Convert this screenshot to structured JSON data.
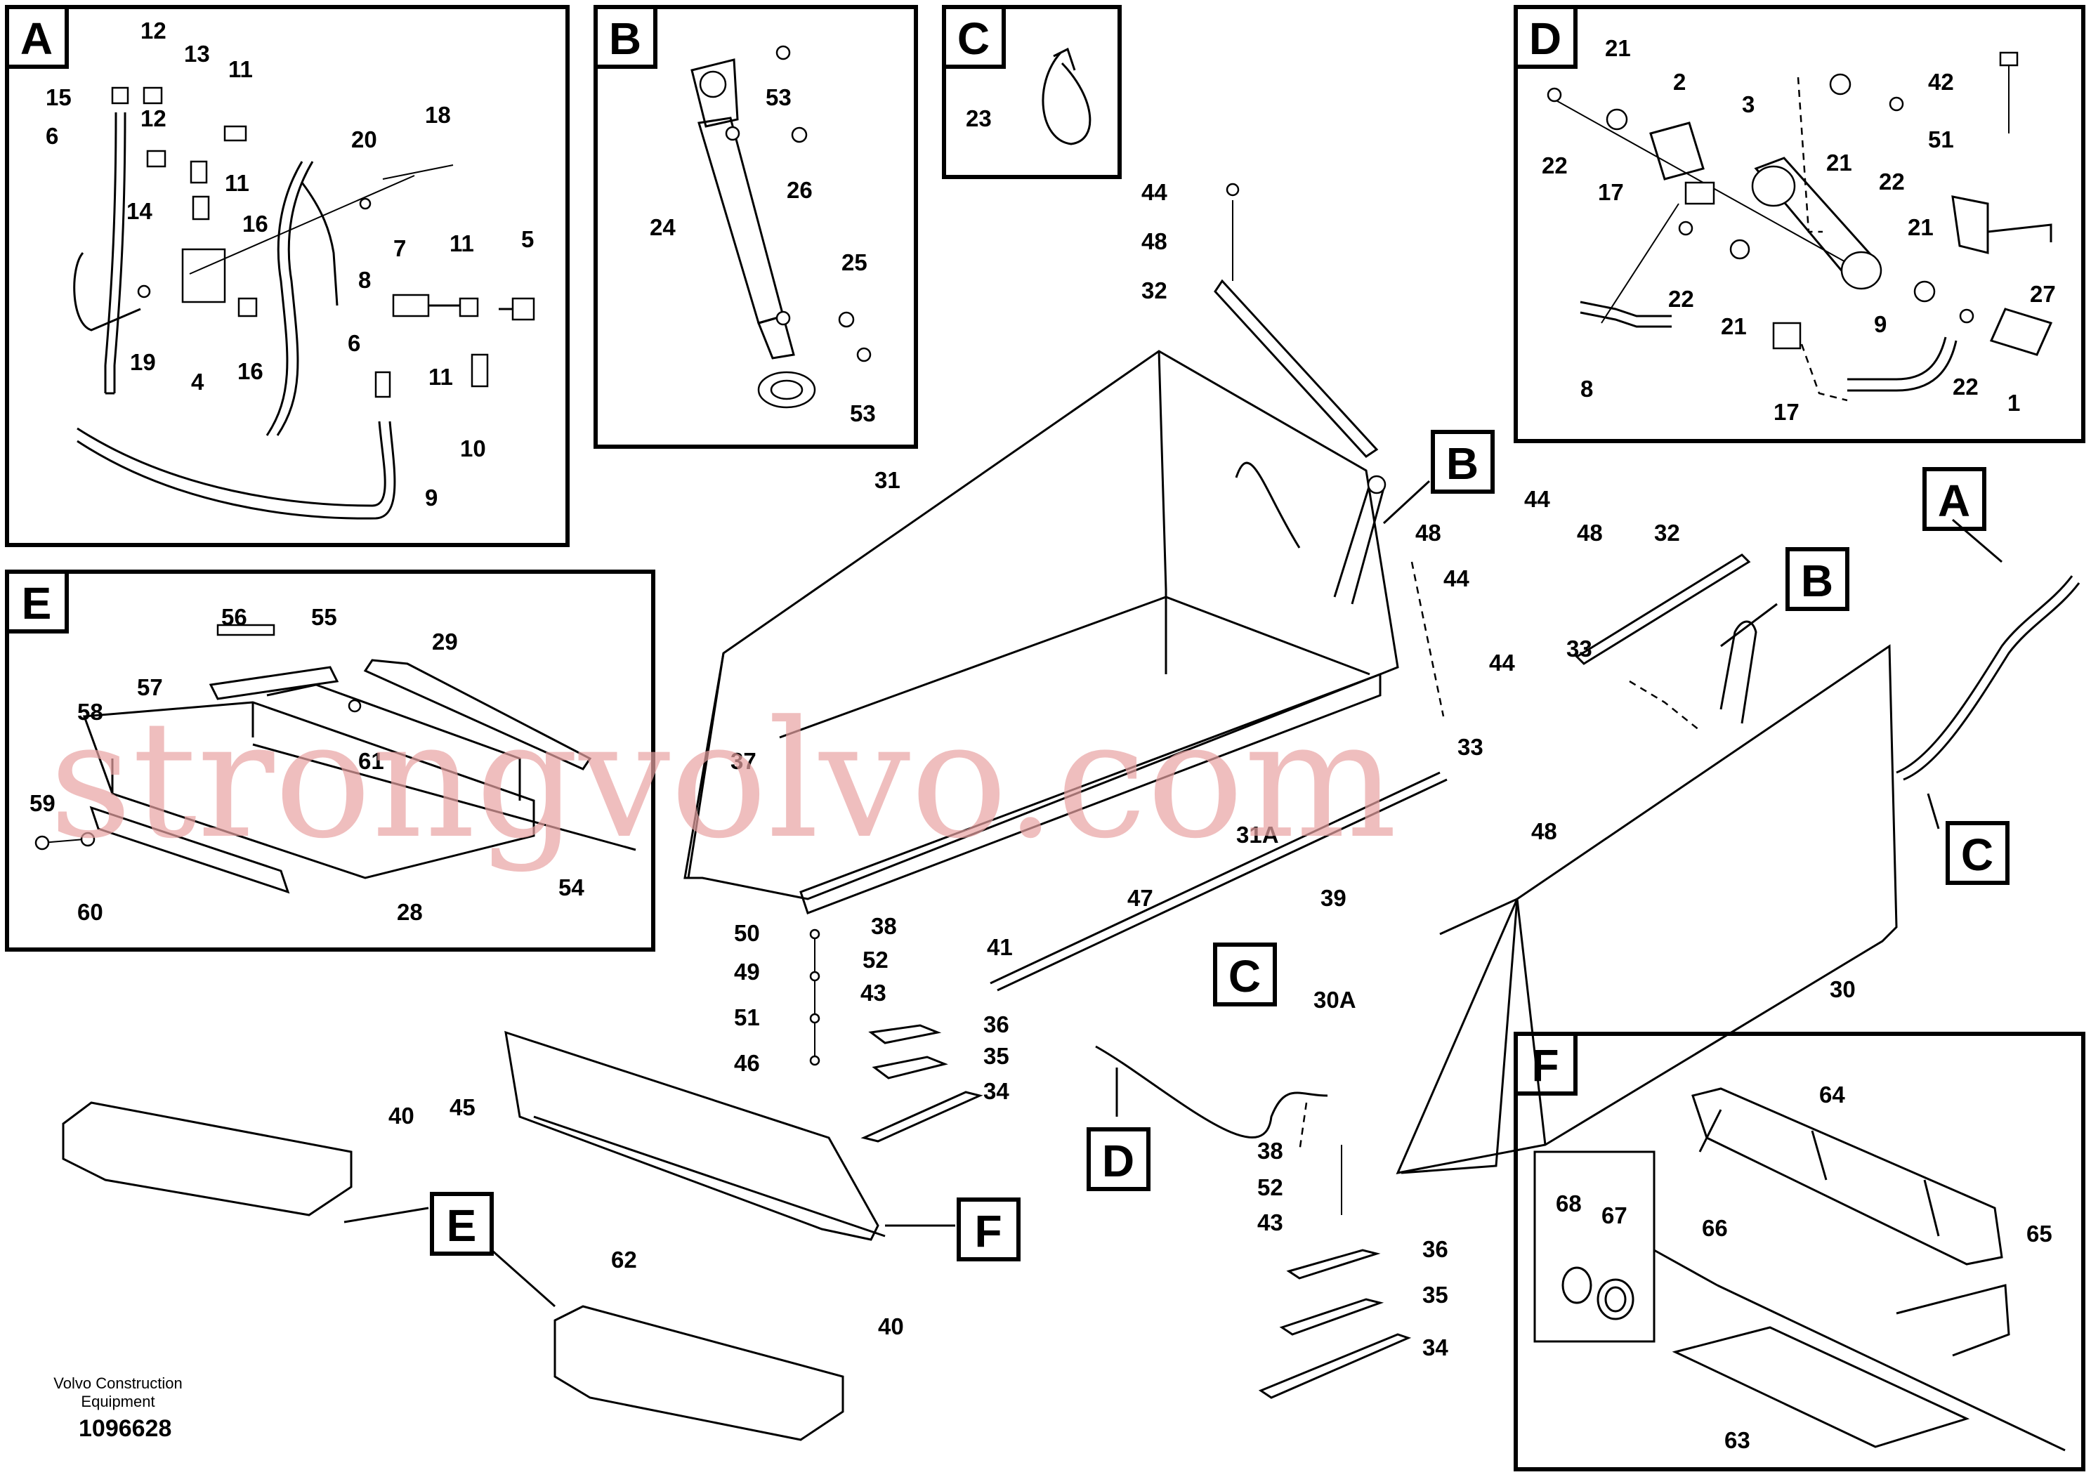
{
  "footer": {
    "company_line1": "Volvo Construction",
    "company_line2": "Equipment",
    "doc_number": "1096628"
  },
  "watermark": "strongvolvo.com",
  "detail_letters": [
    "A",
    "B",
    "C",
    "D",
    "E",
    "F"
  ],
  "parts": {
    "A": [
      "15",
      "12",
      "13",
      "11",
      "18",
      "20",
      "6",
      "12",
      "11",
      "16",
      "14",
      "8",
      "7",
      "11",
      "5",
      "19",
      "4",
      "16",
      "6",
      "11",
      "10",
      "9"
    ],
    "B": [
      "53",
      "26",
      "24",
      "25",
      "53"
    ],
    "C": [
      "23"
    ],
    "D": [
      "21",
      "2",
      "3",
      "42",
      "22",
      "21",
      "22",
      "51",
      "17",
      "21",
      "22",
      "21",
      "27",
      "9",
      "8",
      "17",
      "22",
      "1"
    ],
    "E": [
      "56",
      "55",
      "29",
      "57",
      "58",
      "61",
      "59",
      "54",
      "60",
      "28"
    ],
    "F": [
      "64",
      "68",
      "67",
      "66",
      "65",
      "63"
    ],
    "main": [
      "44",
      "48",
      "32",
      "31",
      "44",
      "48",
      "32",
      "48",
      "44",
      "44",
      "33",
      "33",
      "37",
      "31A",
      "39",
      "48",
      "47",
      "30",
      "50",
      "30A",
      "38",
      "52",
      "41",
      "49",
      "43",
      "51",
      "46",
      "36",
      "35",
      "34",
      "45",
      "40",
      "62",
      "38",
      "52",
      "43",
      "36",
      "35",
      "34",
      "40"
    ]
  },
  "colors": {
    "line": "#000000",
    "watermark": "#e8a3a3",
    "background": "#ffffff"
  }
}
